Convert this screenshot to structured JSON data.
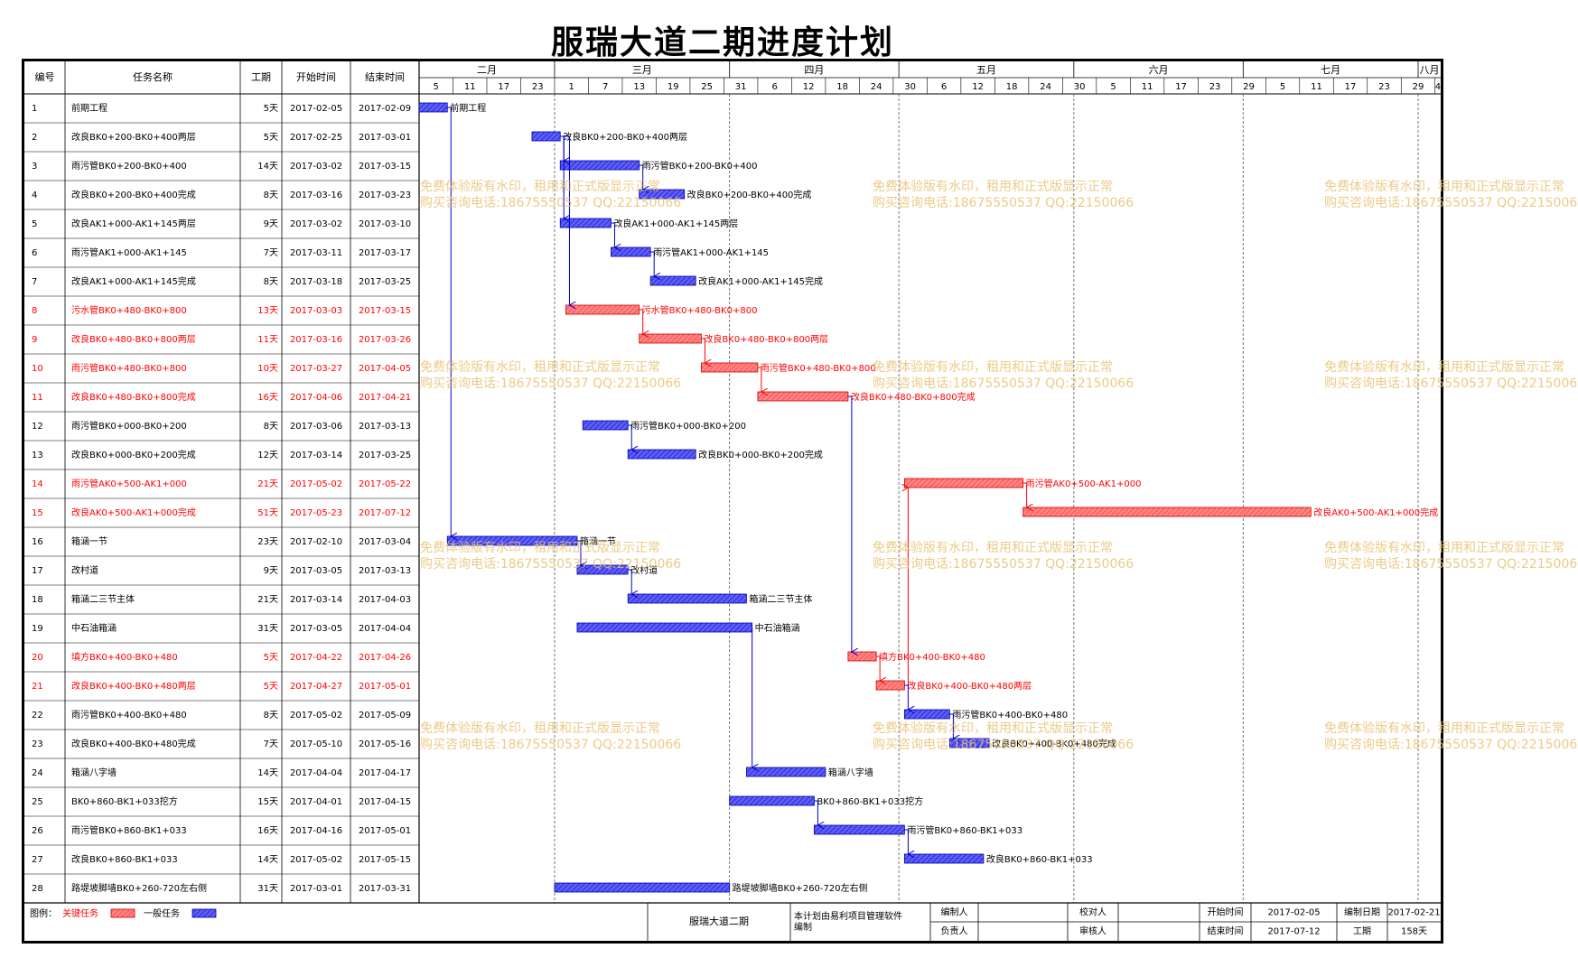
{
  "title": "服瑞大道二期进度计划",
  "colors": {
    "critical": "#ff6a6a",
    "normal": "#4444ee",
    "critical_text": "#ff0000",
    "critical_link": "#ff0000",
    "normal_link": "#0000cc"
  },
  "columns": {
    "id": "编号",
    "name": "任务名称",
    "duration": "工期",
    "start": "开始时间",
    "end": "结束时间"
  },
  "months": [
    {
      "label": "二月",
      "start": "2017-02-01"
    },
    {
      "label": "三月",
      "start": "2017-03-01"
    },
    {
      "label": "四月",
      "start": "2017-04-01"
    },
    {
      "label": "五月",
      "start": "2017-05-01"
    },
    {
      "label": "六月",
      "start": "2017-06-01"
    },
    {
      "label": "七月",
      "start": "2017-07-01"
    },
    {
      "label": "八月",
      "start": "2017-08-01"
    }
  ],
  "timeline": {
    "start": "2017-02-05",
    "end": "2017-08-05",
    "ticks": [
      {
        "date": "2017-02-05",
        "label": "5"
      },
      {
        "date": "2017-02-11",
        "label": "11"
      },
      {
        "date": "2017-02-17",
        "label": "17"
      },
      {
        "date": "2017-02-23",
        "label": "23"
      },
      {
        "date": "2017-03-01",
        "label": "1"
      },
      {
        "date": "2017-03-07",
        "label": "7"
      },
      {
        "date": "2017-03-13",
        "label": "13"
      },
      {
        "date": "2017-03-19",
        "label": "19"
      },
      {
        "date": "2017-03-25",
        "label": "25"
      },
      {
        "date": "2017-03-31",
        "label": "31"
      },
      {
        "date": "2017-04-06",
        "label": "6"
      },
      {
        "date": "2017-04-12",
        "label": "12"
      },
      {
        "date": "2017-04-18",
        "label": "18"
      },
      {
        "date": "2017-04-24",
        "label": "24"
      },
      {
        "date": "2017-04-30",
        "label": "30"
      },
      {
        "date": "2017-05-06",
        "label": "6"
      },
      {
        "date": "2017-05-12",
        "label": "12"
      },
      {
        "date": "2017-05-18",
        "label": "18"
      },
      {
        "date": "2017-05-24",
        "label": "24"
      },
      {
        "date": "2017-05-30",
        "label": "30"
      },
      {
        "date": "2017-06-05",
        "label": "5"
      },
      {
        "date": "2017-06-11",
        "label": "11"
      },
      {
        "date": "2017-06-17",
        "label": "17"
      },
      {
        "date": "2017-06-23",
        "label": "23"
      },
      {
        "date": "2017-06-29",
        "label": "29"
      },
      {
        "date": "2017-07-05",
        "label": "5"
      },
      {
        "date": "2017-07-11",
        "label": "11"
      },
      {
        "date": "2017-07-17",
        "label": "17"
      },
      {
        "date": "2017-07-23",
        "label": "23"
      },
      {
        "date": "2017-07-29",
        "label": "29"
      },
      {
        "date": "2017-08-04",
        "label": "4"
      }
    ]
  },
  "tasks": [
    {
      "id": "1",
      "name": "前期工程",
      "duration": "5天",
      "start": "2017-02-05",
      "end": "2017-02-09",
      "critical": false
    },
    {
      "id": "2",
      "name": "改良BK0+200-BK0+400两层",
      "duration": "5天",
      "start": "2017-02-25",
      "end": "2017-03-01",
      "critical": false
    },
    {
      "id": "3",
      "name": "雨污管BK0+200-BK0+400",
      "duration": "14天",
      "start": "2017-03-02",
      "end": "2017-03-15",
      "critical": false
    },
    {
      "id": "4",
      "name": "改良BK0+200-BK0+400完成",
      "duration": "8天",
      "start": "2017-03-16",
      "end": "2017-03-23",
      "critical": false
    },
    {
      "id": "5",
      "name": "改良AK1+000-AK1+145两层",
      "duration": "9天",
      "start": "2017-03-02",
      "end": "2017-03-10",
      "critical": false
    },
    {
      "id": "6",
      "name": "雨污管AK1+000-AK1+145",
      "duration": "7天",
      "start": "2017-03-11",
      "end": "2017-03-17",
      "critical": false
    },
    {
      "id": "7",
      "name": "改良AK1+000-AK1+145完成",
      "duration": "8天",
      "start": "2017-03-18",
      "end": "2017-03-25",
      "critical": false
    },
    {
      "id": "8",
      "name": "污水管BK0+480-BK0+800",
      "duration": "13天",
      "start": "2017-03-03",
      "end": "2017-03-15",
      "critical": true
    },
    {
      "id": "9",
      "name": "改良BK0+480-BK0+800两层",
      "duration": "11天",
      "start": "2017-03-16",
      "end": "2017-03-26",
      "critical": true
    },
    {
      "id": "10",
      "name": "雨污管BK0+480-BK0+800",
      "duration": "10天",
      "start": "2017-03-27",
      "end": "2017-04-05",
      "critical": true
    },
    {
      "id": "11",
      "name": "改良BK0+480-BK0+800完成",
      "duration": "16天",
      "start": "2017-04-06",
      "end": "2017-04-21",
      "critical": true
    },
    {
      "id": "12",
      "name": "雨污管BK0+000-BK0+200",
      "duration": "8天",
      "start": "2017-03-06",
      "end": "2017-03-13",
      "critical": false
    },
    {
      "id": "13",
      "name": "改良BK0+000-BK0+200完成",
      "duration": "12天",
      "start": "2017-03-14",
      "end": "2017-03-25",
      "critical": false
    },
    {
      "id": "14",
      "name": "雨污管AK0+500-AK1+000",
      "duration": "21天",
      "start": "2017-05-02",
      "end": "2017-05-22",
      "critical": true
    },
    {
      "id": "15",
      "name": "改良AK0+500-AK1+000完成",
      "duration": "51天",
      "start": "2017-05-23",
      "end": "2017-07-12",
      "critical": true
    },
    {
      "id": "16",
      "name": "箱涵一节",
      "duration": "23天",
      "start": "2017-02-10",
      "end": "2017-03-04",
      "critical": false
    },
    {
      "id": "17",
      "name": "改村道",
      "duration": "9天",
      "start": "2017-03-05",
      "end": "2017-03-13",
      "critical": false
    },
    {
      "id": "18",
      "name": "箱涵二三节主体",
      "duration": "21天",
      "start": "2017-03-14",
      "end": "2017-04-03",
      "critical": false
    },
    {
      "id": "19",
      "name": "中石油箱涵",
      "duration": "31天",
      "start": "2017-03-05",
      "end": "2017-04-04",
      "critical": false
    },
    {
      "id": "20",
      "name": "填方BK0+400-BK0+480",
      "duration": "5天",
      "start": "2017-04-22",
      "end": "2017-04-26",
      "critical": true
    },
    {
      "id": "21",
      "name": "改良BK0+400-BK0+480两层",
      "duration": "5天",
      "start": "2017-04-27",
      "end": "2017-05-01",
      "critical": true
    },
    {
      "id": "22",
      "name": "雨污管BK0+400-BK0+480",
      "duration": "8天",
      "start": "2017-05-02",
      "end": "2017-05-09",
      "critical": false
    },
    {
      "id": "23",
      "name": "改良BK0+400-BK0+480完成",
      "duration": "7天",
      "start": "2017-05-10",
      "end": "2017-05-16",
      "critical": false
    },
    {
      "id": "24",
      "name": "箱涵八字墙",
      "duration": "14天",
      "start": "2017-04-04",
      "end": "2017-04-17",
      "critical": false
    },
    {
      "id": "25",
      "name": "BK0+860-BK1+033挖方",
      "duration": "15天",
      "start": "2017-04-01",
      "end": "2017-04-15",
      "critical": false
    },
    {
      "id": "26",
      "name": "雨污管BK0+860-BK1+033",
      "duration": "16天",
      "start": "2017-04-16",
      "end": "2017-05-01",
      "critical": false
    },
    {
      "id": "27",
      "name": "改良BK0+860-BK1+033",
      "duration": "14天",
      "start": "2017-05-02",
      "end": "2017-05-15",
      "critical": false
    },
    {
      "id": "28",
      "name": "路堤坡脚墙BK0+260-720左右侧",
      "duration": "31天",
      "start": "2017-03-01",
      "end": "2017-03-31",
      "critical": false
    }
  ],
  "links": [
    {
      "from": "1",
      "to": "16",
      "critical": false
    },
    {
      "from": "2",
      "to": "3",
      "critical": false
    },
    {
      "from": "2",
      "to": "5",
      "critical": false
    },
    {
      "from": "2",
      "to": "8",
      "critical": false
    },
    {
      "from": "3",
      "to": "4",
      "critical": false
    },
    {
      "from": "5",
      "to": "6",
      "critical": false
    },
    {
      "from": "6",
      "to": "7",
      "critical": false
    },
    {
      "from": "8",
      "to": "9",
      "critical": true
    },
    {
      "from": "9",
      "to": "10",
      "critical": true
    },
    {
      "from": "10",
      "to": "11",
      "critical": true
    },
    {
      "from": "11",
      "to": "20",
      "critical": false
    },
    {
      "from": "12",
      "to": "13",
      "critical": false
    },
    {
      "from": "14",
      "to": "15",
      "critical": true
    },
    {
      "from": "16",
      "to": "17",
      "critical": false
    },
    {
      "from": "17",
      "to": "18",
      "critical": false
    },
    {
      "from": "19",
      "to": "24",
      "critical": false
    },
    {
      "from": "20",
      "to": "21",
      "critical": true
    },
    {
      "from": "21",
      "to": "14",
      "critical": true
    },
    {
      "from": "21",
      "to": "22",
      "critical": false
    },
    {
      "from": "22",
      "to": "23",
      "critical": false
    },
    {
      "from": "25",
      "to": "26",
      "critical": false
    },
    {
      "from": "26",
      "to": "27",
      "critical": false
    }
  ],
  "legend": {
    "label": "图例：",
    "critical": "关键任务",
    "normal": "一般任务"
  },
  "footer": {
    "project": "服瑞大道二期",
    "software": "本计划由易利项目管理软件编制",
    "editor_label": "编制人",
    "editor": "",
    "reviewer_label": "校对人",
    "reviewer": "",
    "owner_label": "负责人",
    "owner": "",
    "auditor_label": "审核人",
    "auditor": "",
    "start_label": "开始时间",
    "start": "2017-02-05",
    "end_label": "结束时间",
    "end": "2017-07-12",
    "date_label": "编制日期",
    "date": "2017-02-21",
    "duration_label": "工期",
    "duration": "158天"
  },
  "watermark": {
    "line1": "免费体验版有水印，租用和正式版显示正常",
    "line2": "购买咨询电话:18675550537 QQ:22150066"
  }
}
